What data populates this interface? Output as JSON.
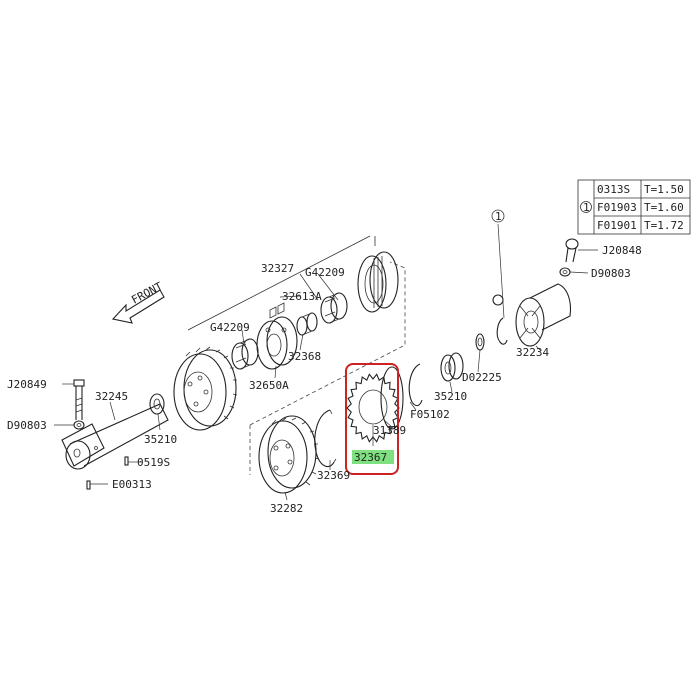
{
  "direction_label": "FRONT",
  "table": {
    "ref_mark": "1",
    "rows": [
      {
        "part": "0313S",
        "thickness": "T=1.50"
      },
      {
        "part": "F01903",
        "thickness": "T=1.60"
      },
      {
        "part": "F01901",
        "thickness": "T=1.72"
      }
    ]
  },
  "parts": {
    "p32327": "32327",
    "pG42209a": "G42209",
    "p32613A": "32613A",
    "pG42209b": "G42209",
    "p32368": "32368",
    "p32650A": "32650A",
    "pJ20849": "J20849",
    "p32245": "32245",
    "pD90803a": "D90803",
    "p35210a": "35210",
    "p0519S": "0519S",
    "pE00313": "E00313",
    "p32282": "32282",
    "p32369": "32369",
    "p31389": "31389",
    "p32367": "32367",
    "pF05102": "F05102",
    "p35210b": "35210",
    "pD02225": "D02225",
    "p32234": "32234",
    "pJ20848": "J20848",
    "pD90803b": "D90803",
    "ref1": "1"
  },
  "highlight": {
    "part": "32367",
    "box_color": "#cc2222",
    "label_bg": "#7ee07e"
  }
}
